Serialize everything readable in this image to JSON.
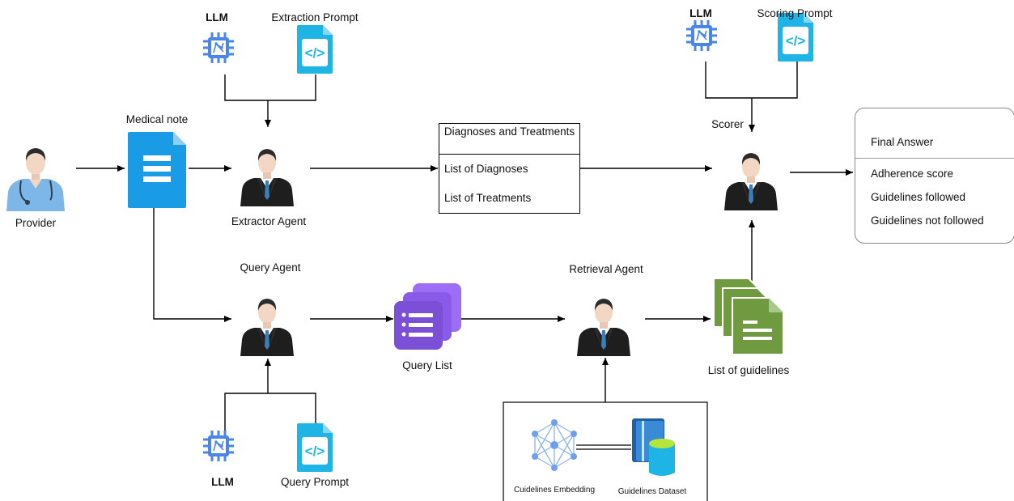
{
  "nodes": {
    "provider": "Provider",
    "medical_note": "Medical note",
    "extractor_agent": "Extractor Agent",
    "query_agent": "Query Agent",
    "query_list": "Query List",
    "retrieval_agent": "Retrieval Agent",
    "list_of_guidelines": "List of guidelines",
    "scorer": "Scorer"
  },
  "llm_label": "LLM",
  "prompts": {
    "extraction": "Extraction Prompt",
    "scoring": "Scoring Prompt",
    "query": "Query Prompt"
  },
  "diagnoses_box": {
    "title": "Diagnoses and Treatments",
    "items": [
      "List of Diagnoses",
      "List of Treatments"
    ]
  },
  "final_answer": {
    "title": "Final Answer",
    "items": [
      "Adherence score",
      "Guidelines followed",
      "Guidelines not followed"
    ]
  },
  "retrieval_sources": {
    "embedding": "Cuidelines Embedding",
    "dataset": "Guidelines Dataset"
  },
  "colors": {
    "chip_blue": "#4a86e8",
    "prompt_cyan": "#1fb4e6",
    "doc_blue": "#1a9be6",
    "query_purple": "#7b4fd6",
    "guideline_green": "#6f9a3f",
    "suit": "#1e1e1e"
  }
}
